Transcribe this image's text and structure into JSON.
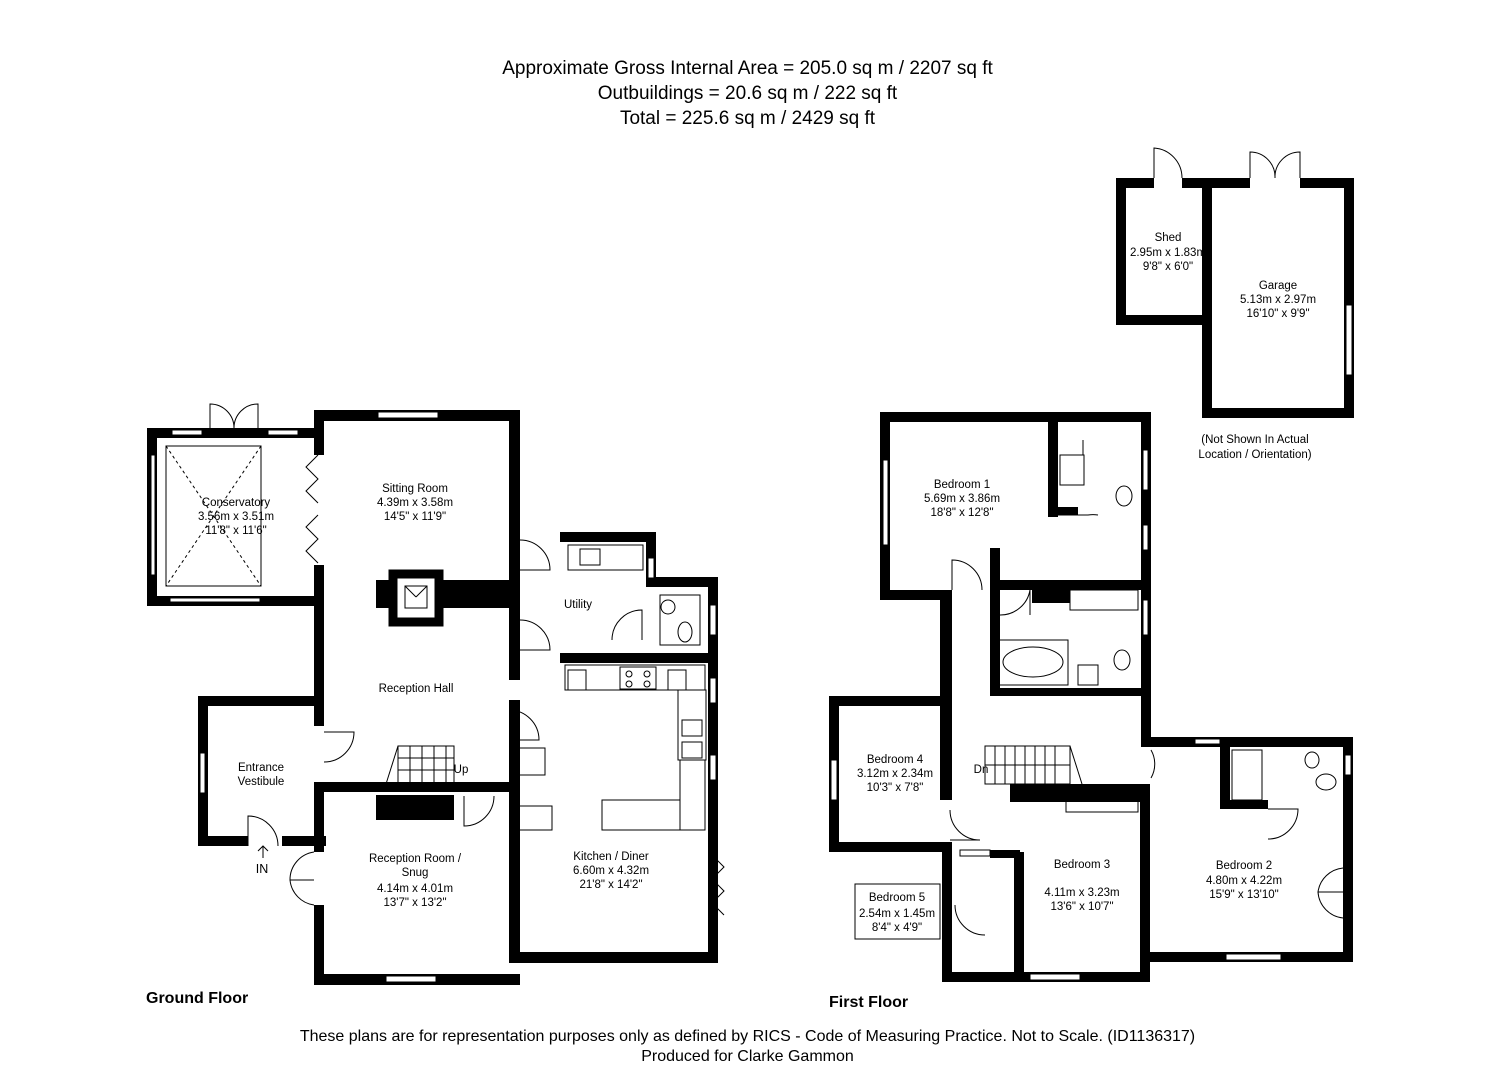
{
  "header": {
    "line1": "Approximate Gross Internal Area = 205.0 sq m / 2207 sq ft",
    "line2": "Outbuildings = 20.6 sq m / 222 sq ft",
    "line3": "Total = 225.6 sq m / 2429 sq ft"
  },
  "ground_floor": {
    "title": "Ground Floor",
    "conservatory": {
      "name": "Conservatory",
      "metric": "3.56m x 3.51m",
      "imperial": "11'8\" x 11'6\""
    },
    "sitting_room": {
      "name": "Sitting Room",
      "metric": "4.39m x 3.58m",
      "imperial": "14'5\" x 11'9\""
    },
    "utility": {
      "name": "Utility"
    },
    "reception_hall": {
      "name": "Reception Hall"
    },
    "entrance_vestibule": {
      "name1": "Entrance",
      "name2": "Vestibule"
    },
    "up": "Up",
    "in": "IN",
    "reception_room": {
      "name1": "Reception Room /",
      "name2": "Snug",
      "metric": "4.14m x 4.01m",
      "imperial": "13'7\" x 13'2\""
    },
    "kitchen": {
      "name": "Kitchen / Diner",
      "metric": "6.60m x 4.32m",
      "imperial": "21'8\" x 14'2\""
    }
  },
  "first_floor": {
    "title": "First Floor",
    "bedroom1": {
      "name": "Bedroom 1",
      "metric": "5.69m x 3.86m",
      "imperial": "18'8\" x 12'8\""
    },
    "bedroom2": {
      "name": "Bedroom 2",
      "metric": "4.80m x 4.22m",
      "imperial": "15'9\" x 13'10\""
    },
    "bedroom3": {
      "name": "Bedroom 3",
      "metric": "4.11m x 3.23m",
      "imperial": "13'6\" x 10'7\""
    },
    "bedroom4": {
      "name": "Bedroom 4",
      "metric": "3.12m x 2.34m",
      "imperial": "10'3\" x 7'8\""
    },
    "bedroom5": {
      "name": "Bedroom 5",
      "metric": "2.54m x 1.45m",
      "imperial": "8'4\" x 4'9\""
    },
    "dn": "Dn"
  },
  "outbuildings": {
    "shed": {
      "name": "Shed",
      "metric": "2.95m x 1.83m",
      "imperial": "9'8\" x 6'0\""
    },
    "garage": {
      "name": "Garage",
      "metric": "5.13m x 2.97m",
      "imperial": "16'10\" x 9'9\""
    },
    "note1": "(Not Shown In Actual",
    "note2": "Location / Orientation)"
  },
  "footer": {
    "line1": "These plans are for representation purposes only as defined by RICS - Code of Measuring Practice. Not to Scale. (ID1136317)",
    "line2": "Produced for Clarke Gammon"
  }
}
